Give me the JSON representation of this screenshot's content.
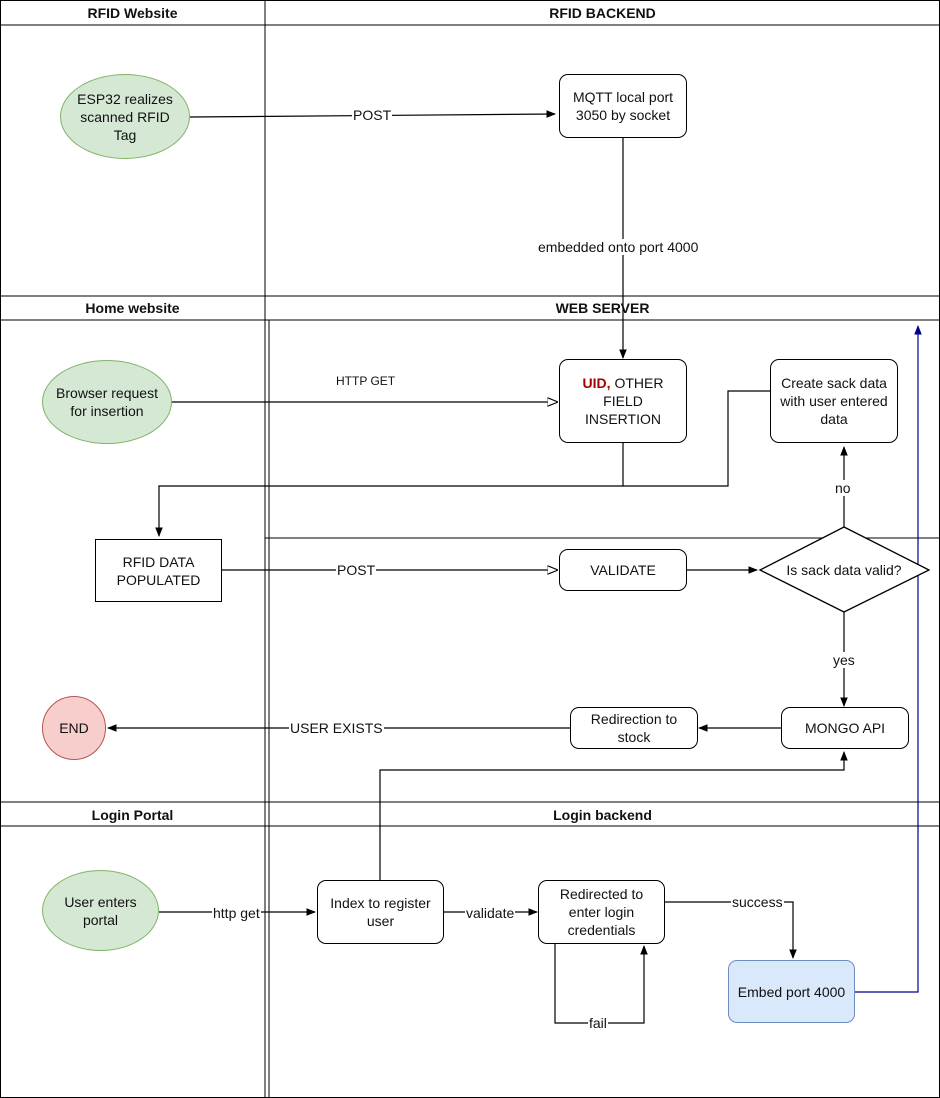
{
  "lanes": {
    "rfid_website": "RFID Website",
    "rfid_backend": "RFID BACKEND",
    "home_website": "Home website",
    "web_server": "WEB SERVER",
    "login_portal": "Login Portal",
    "login_backend": "Login backend"
  },
  "nodes": {
    "esp32": "ESP32 realizes scanned RFID Tag",
    "mqtt": "MQTT local port 3050 by socket",
    "browser_request": "Browser request for insertion",
    "uid_insertion_uid": "UID,",
    "uid_insertion_rest": "OTHER FIELD INSERTION",
    "create_sack": "Create sack data with user entered data",
    "rfid_populated": "RFID DATA POPULATED",
    "validate": "VALIDATE",
    "decision": "Is sack data valid?",
    "end": "END",
    "redirection_stock": "Redirection to stock",
    "mongo_api": "MONGO API",
    "user_enters": "User enters portal",
    "index_register": "Index to register user",
    "redirected_login": "Redirected to enter login credentials",
    "embed_port": "Embed port 4000"
  },
  "edges": {
    "post_1": "POST",
    "embedded": "embedded onto port 4000",
    "http_get_upper": "HTTP GET",
    "no": "no",
    "post_2": "POST",
    "yes": "yes",
    "user_exists": "USER EXISTS",
    "http_get_lower": "http get",
    "validate": "validate",
    "success": "success",
    "fail": "fail"
  },
  "colors": {
    "start_fill": "#d5e8d4",
    "start_stroke": "#82b366",
    "end_fill": "#f8cecc",
    "end_stroke": "#b85450",
    "embed_fill": "#dae8fc",
    "embed_stroke": "#6c8ebf",
    "return_arrow": "#00008b"
  }
}
